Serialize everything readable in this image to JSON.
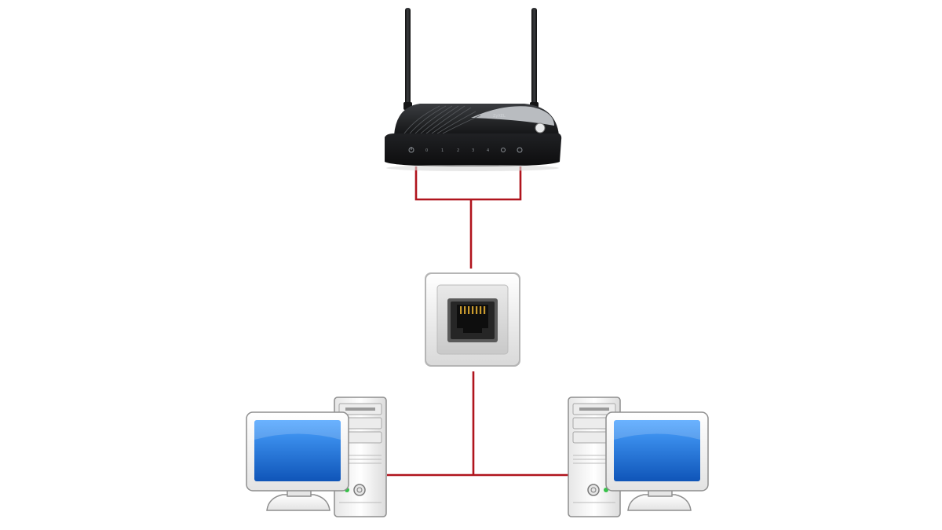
{
  "diagram": {
    "router": {
      "brand": "ZyXEL",
      "port_labels": [
        "0",
        "1",
        "2",
        "3",
        "4"
      ]
    },
    "nodes": [
      {
        "id": "router",
        "name": "router"
      },
      {
        "id": "wall-socket",
        "name": "rj45-wall-socket"
      },
      {
        "id": "pc-left",
        "name": "computer-left"
      },
      {
        "id": "pc-right",
        "name": "computer-right"
      }
    ],
    "edges": [
      {
        "from": "router",
        "to": "wall-socket"
      },
      {
        "from": "wall-socket",
        "to": "pc-left"
      },
      {
        "from": "wall-socket",
        "to": "pc-right"
      }
    ],
    "colors": {
      "cable": "#b0141d",
      "router_body": "#1c1d1f",
      "screen": "#1f6fd6",
      "case": "#f4f4f4"
    }
  }
}
